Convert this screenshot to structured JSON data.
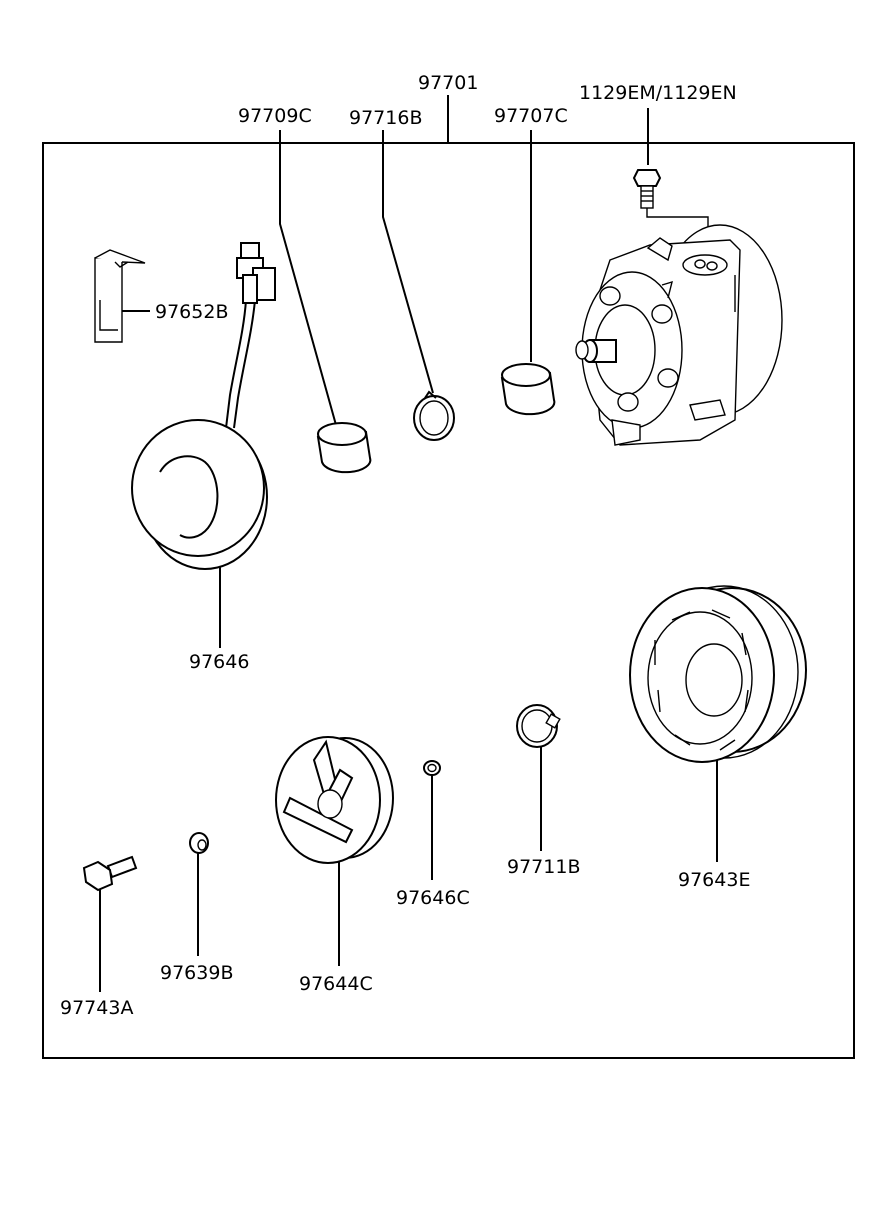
{
  "labels": {
    "assembly": "97701",
    "p97709C": "97709C",
    "p97716B": "97716B",
    "p97707C": "97707C",
    "p1129EM": "1129EM/1129EN",
    "p97652B": "97652B",
    "p97646": "97646",
    "p97643E": "97643E",
    "p97711B": "97711B",
    "p97646C": "97646C",
    "p97644C": "97644C",
    "p97639B": "97639B",
    "p97743A": "97743A"
  }
}
